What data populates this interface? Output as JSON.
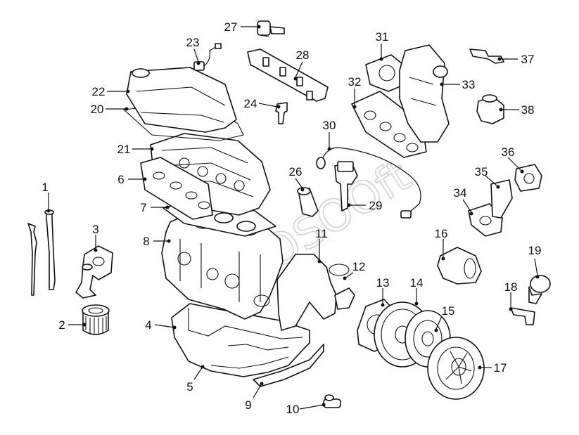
{
  "watermark": {
    "text": "OSOOft"
  },
  "callouts": [
    {
      "num": "1",
      "name": "callout-1"
    },
    {
      "num": "2",
      "name": "callout-2"
    },
    {
      "num": "3",
      "name": "callout-3"
    },
    {
      "num": "4",
      "name": "callout-4"
    },
    {
      "num": "5",
      "name": "callout-5"
    },
    {
      "num": "6",
      "name": "callout-6"
    },
    {
      "num": "7",
      "name": "callout-7"
    },
    {
      "num": "8",
      "name": "callout-8"
    },
    {
      "num": "9",
      "name": "callout-9"
    },
    {
      "num": "10",
      "name": "callout-10"
    },
    {
      "num": "11",
      "name": "callout-11"
    },
    {
      "num": "12",
      "name": "callout-12"
    },
    {
      "num": "13",
      "name": "callout-13"
    },
    {
      "num": "14",
      "name": "callout-14"
    },
    {
      "num": "15",
      "name": "callout-15"
    },
    {
      "num": "16",
      "name": "callout-16"
    },
    {
      "num": "17",
      "name": "callout-17"
    },
    {
      "num": "18",
      "name": "callout-18"
    },
    {
      "num": "19",
      "name": "callout-19"
    },
    {
      "num": "20",
      "name": "callout-20"
    },
    {
      "num": "21",
      "name": "callout-21"
    },
    {
      "num": "22",
      "name": "callout-22"
    },
    {
      "num": "23",
      "name": "callout-23"
    },
    {
      "num": "24",
      "name": "callout-24"
    },
    {
      "num": "26",
      "name": "callout-26"
    },
    {
      "num": "27",
      "name": "callout-27"
    },
    {
      "num": "28",
      "name": "callout-28"
    },
    {
      "num": "29",
      "name": "callout-29"
    },
    {
      "num": "30",
      "name": "callout-30"
    },
    {
      "num": "31",
      "name": "callout-31"
    },
    {
      "num": "32",
      "name": "callout-32"
    },
    {
      "num": "33",
      "name": "callout-33"
    },
    {
      "num": "34",
      "name": "callout-34"
    },
    {
      "num": "35",
      "name": "callout-35"
    },
    {
      "num": "36",
      "name": "callout-36"
    },
    {
      "num": "37",
      "name": "callout-37"
    },
    {
      "num": "38",
      "name": "callout-38"
    }
  ]
}
